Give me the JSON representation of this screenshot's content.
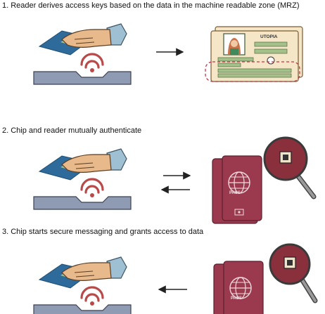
{
  "steps": [
    {
      "number": 1,
      "title": "1. Reader derives access keys based on the data in the machine readable zone (MRZ)"
    },
    {
      "number": 2,
      "title": "2. Chip and reader mutually authenticate"
    },
    {
      "number": 3,
      "title": "3. Chip starts secure messaging and grants access to data"
    }
  ],
  "id_card": {
    "country_label": "UTOPIA"
  },
  "passport": {
    "label": "PASS"
  },
  "colors": {
    "card_blue": "#2e6b9b",
    "card_green": "#a5c08a",
    "hand_skin": "#e8b98a",
    "sleeve_blue": "#9fbfd3",
    "reader_gray": "#8f9ab3",
    "wave_red": "#b84a4a",
    "passport_maroon": "#9b3a4f",
    "idcard_cream": "#f6e6c8",
    "magnifier_maroon": "#8a2f3c",
    "arrow_dark": "#222222",
    "mrz_highlight": "#c0394b"
  }
}
